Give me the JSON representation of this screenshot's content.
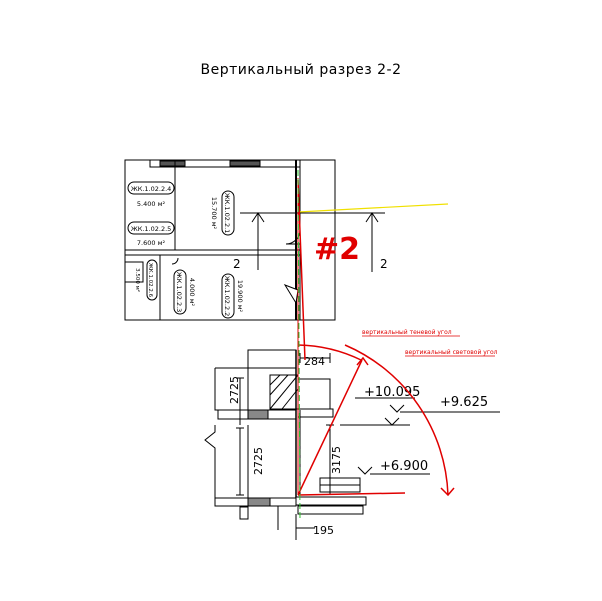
{
  "title": "Вертикальный разрез 2-2",
  "rooms": [
    {
      "code": "ЖК.1.02.2.4",
      "area": "5.400 м²"
    },
    {
      "code": "ЖК.1.02.2.5",
      "area": "7.600 м²"
    },
    {
      "code": "ЖК.1.02.2.1",
      "area": "15.700 м²"
    },
    {
      "code": "ЖК.1.02.2.3",
      "area": "4.000 м²"
    },
    {
      "code": "ЖК.1.02.2.2",
      "area": "19.900 м²"
    },
    {
      "code": "ЖК.1.02.2.6",
      "area": "3.500 м²"
    }
  ],
  "section_marks": {
    "big": "#2",
    "left": "2",
    "right": "2"
  },
  "dims": {
    "top_width": "284",
    "upper_height": "2725",
    "lower_height": "2725",
    "mid": "3175",
    "bottom_width": "195"
  },
  "elevations": {
    "e1": "+10.095",
    "e2": "+9.625",
    "e3": "+6.900"
  },
  "notes": {
    "shadow": "вертикальный теневой угол",
    "light": "вертикальный световой угол"
  },
  "colors": {
    "red": "#e00000",
    "yellow": "#f0e000",
    "green": "#2ec02e",
    "line": "#000000"
  }
}
